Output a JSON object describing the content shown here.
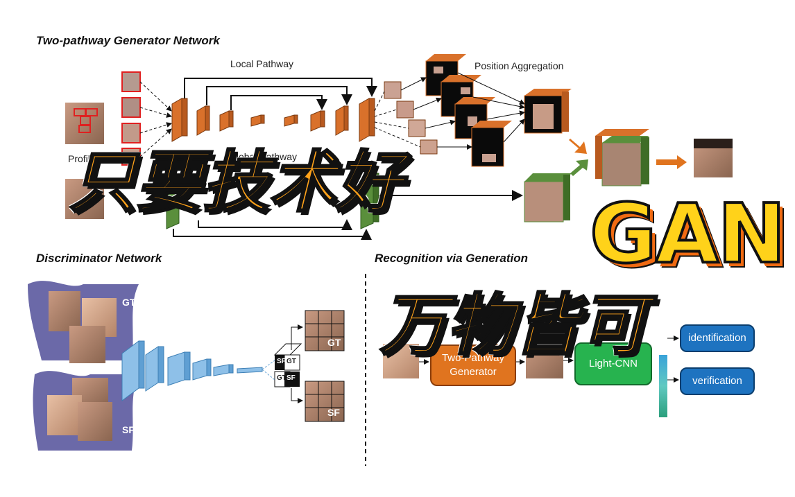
{
  "generator": {
    "title": "Two-pathway Generator Network",
    "local_label": "Local Pathway",
    "global_label": "Global Pathway",
    "position_label": "Position Aggregation",
    "profile_label": "Profile"
  },
  "discriminator": {
    "title": "Discriminator Network",
    "gt": "GT",
    "sf": "SF"
  },
  "recognition": {
    "title": "Recognition via Generation",
    "generator_box": "Two-Pathway Generator",
    "cnn_box": "Light-CNN",
    "identification": "identification",
    "verification": "verification"
  },
  "overlay": {
    "line1": "只要技术好",
    "gan": "GAN",
    "line2": "万物皆可"
  },
  "colors": {
    "orange": "#d9712b",
    "green": "#5a8f3c",
    "blue": "#6aa5d6",
    "purple": "#6b69a8",
    "box_orange": "#e0741f",
    "box_green": "#27b34f",
    "box_blue": "#1e73c0"
  }
}
